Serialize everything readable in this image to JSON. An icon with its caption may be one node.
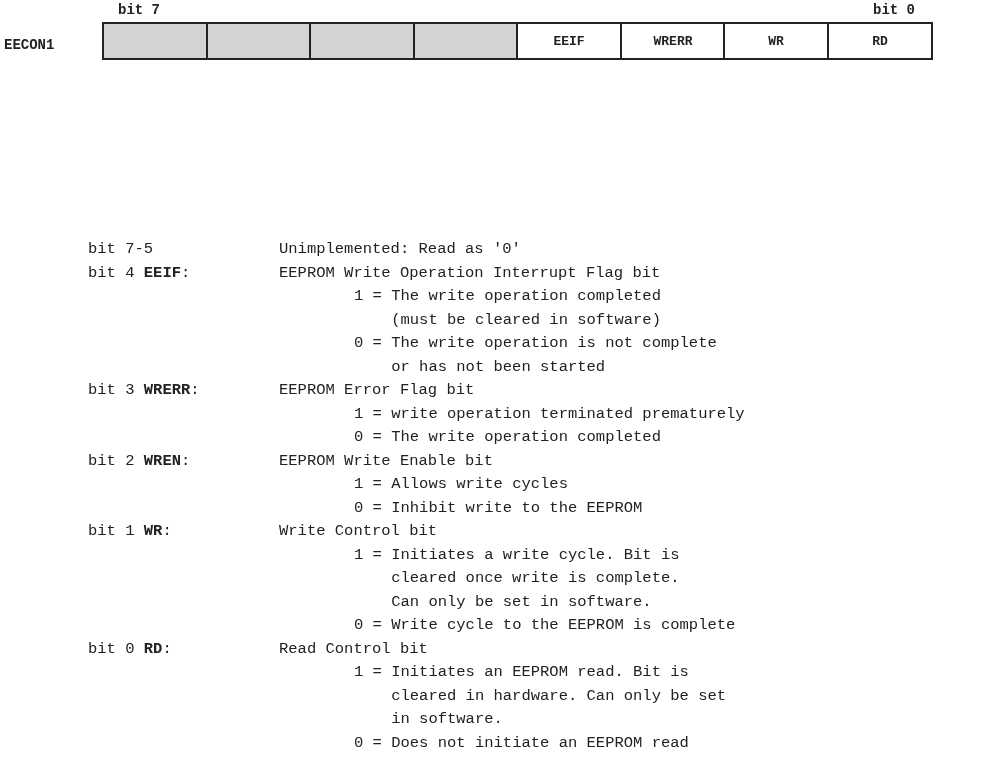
{
  "diagram": {
    "nodes": [
      {
        "text": [],
        "shape": "box"
      },
      {
        "text": [],
        "shape": "box"
      },
      {
        "text": [],
        "shape": "box"
      },
      {
        "text": [],
        "shape": "box"
      },
      {
        "text": [
          "EEIF"
        ]
      },
      {
        "text": [
          "WRERR"
        ]
      },
      {
        "text": [
          "WR"
        ]
      },
      {
        "text": [
          "RD"
        ]
      }
    ],
    "edges": [],
    "labels": [
      "bit 7",
      "bit 0",
      "EECON1",
      "bit 7-5",
      "Unimplemented: Read as '0'",
      "bit 4 **EEIF**:",
      "EEPROM Write Operation Interrupt Flag bit",
      "1 = The write operation completed (must be cleared in software)",
      "0 = The write operation is not complete or has not been started",
      "bit 3 **WRERR**:",
      "EEPROM Error Flag bit",
      "1 = write operation terminated prematurely",
      "0 = The write operation completed",
      "bit 2 **WREN**:",
      "EEPROM Write Enable bit",
      "1 = Allows write cycles",
      "0 = Inhibit write to the EEPROM",
      "bit 1 **WR**:",
      "Write Control bit",
      "1 = Initiates a write cycle. Bit is cleared once write is complete. Can only be set in software.",
      "0 = Write cycle to the EEPROM is complete",
      "bit 0 **RD**:",
      "Read Control bit",
      "1 = Initiates an EEPROM read. Bit is cleared in hardware. Can only be set in software.",
      "0 = Does not initiate an EEPROM read"
    ]
  }
}
